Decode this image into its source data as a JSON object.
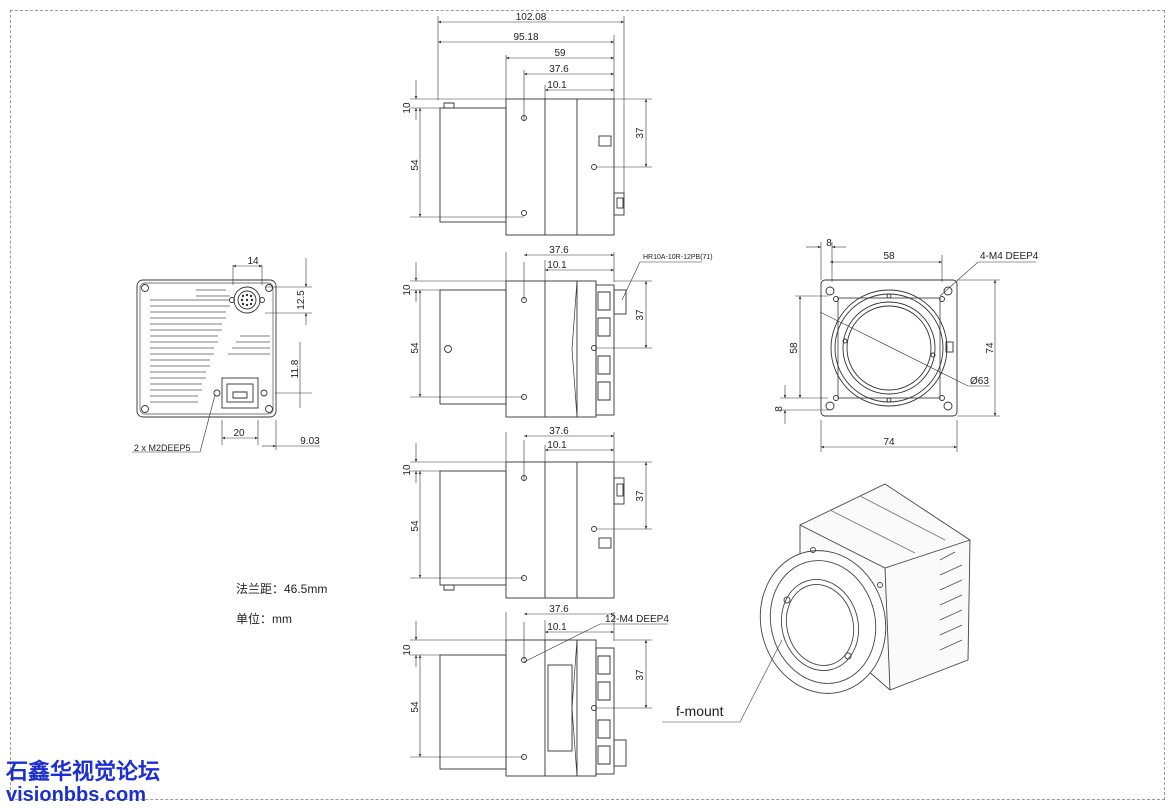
{
  "front_view": {
    "dims": {
      "top": "14",
      "right_top": "12.5",
      "right_mid": "11.8",
      "bottom_left": "20",
      "bottom_right": "9.03"
    },
    "callout": "2 x  M2DEEP5"
  },
  "side_view_1": {
    "dims": {
      "total": "102.08",
      "d2": "95.18",
      "d3": "59",
      "d4": "37.6",
      "d5": "10.1",
      "left_top": "10",
      "left_main": "54",
      "right": "37"
    }
  },
  "side_view_2": {
    "dims": {
      "d4": "37.6",
      "d5": "10.1",
      "left_top": "10",
      "left_main": "54",
      "right": "37"
    },
    "connector_label": "HR10A-10R-12PB(71)"
  },
  "side_view_3": {
    "dims": {
      "d4": "37.6",
      "d5": "10.1",
      "left_top": "10",
      "left_main": "54",
      "right": "37"
    }
  },
  "side_view_4": {
    "dims": {
      "d4": "37.6",
      "d5": "10.1",
      "left_top": "10",
      "left_main": "54",
      "right": "37"
    },
    "hole_label": "12-M4 DEEP4"
  },
  "mount_view": {
    "dims": {
      "top_small": "8",
      "top": "58",
      "left": "58",
      "left_small": "8",
      "right": "74",
      "bottom": "74"
    },
    "hole_label": "4-M4 DEEP4",
    "diameter": "Ø63"
  },
  "notes": {
    "flange": "法兰距：46.5mm",
    "unit": "单位：mm"
  },
  "iso_view": {
    "label": "f-mount"
  },
  "watermark": {
    "line1": "石鑫华视觉论坛",
    "line2": "visionbbs.com"
  }
}
